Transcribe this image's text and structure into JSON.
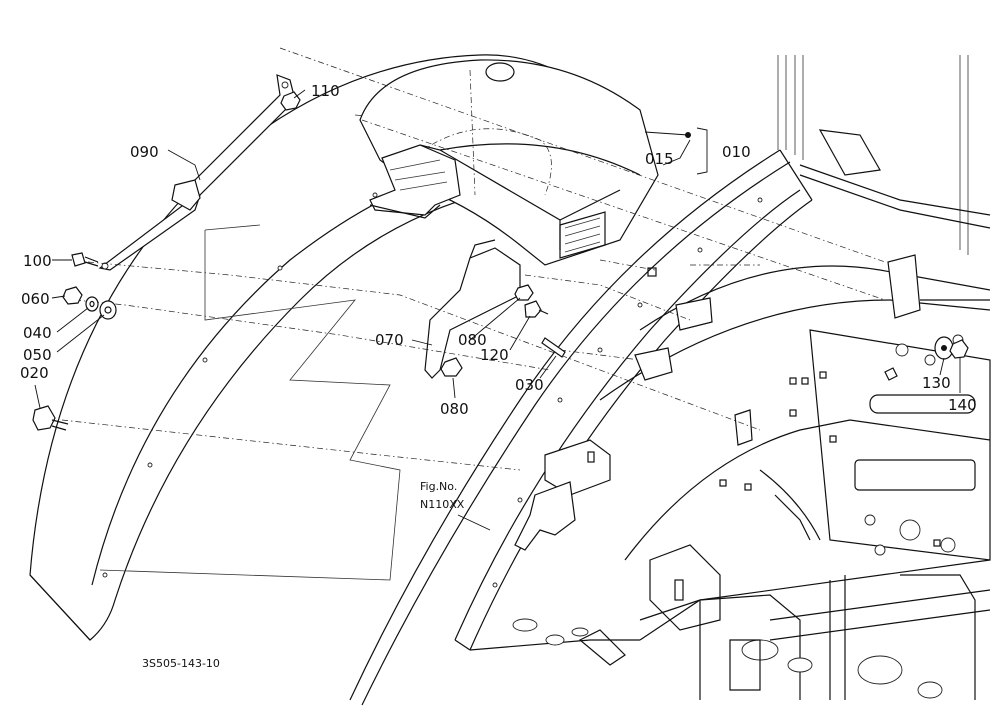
{
  "labels": {
    "p010": "010",
    "p015": "015",
    "p020": "020",
    "p030": "030",
    "p040": "040",
    "p050": "050",
    "p060": "060",
    "p070": "070",
    "p080a": "080",
    "p080b": "080",
    "p090": "090",
    "p100": "100",
    "p110": "110",
    "p120": "120",
    "p130": "130",
    "p140": "140"
  },
  "figure_ref": {
    "line1": "Fig.No.",
    "line2": "N110XX"
  },
  "drawing_code": "3S505-143-10"
}
